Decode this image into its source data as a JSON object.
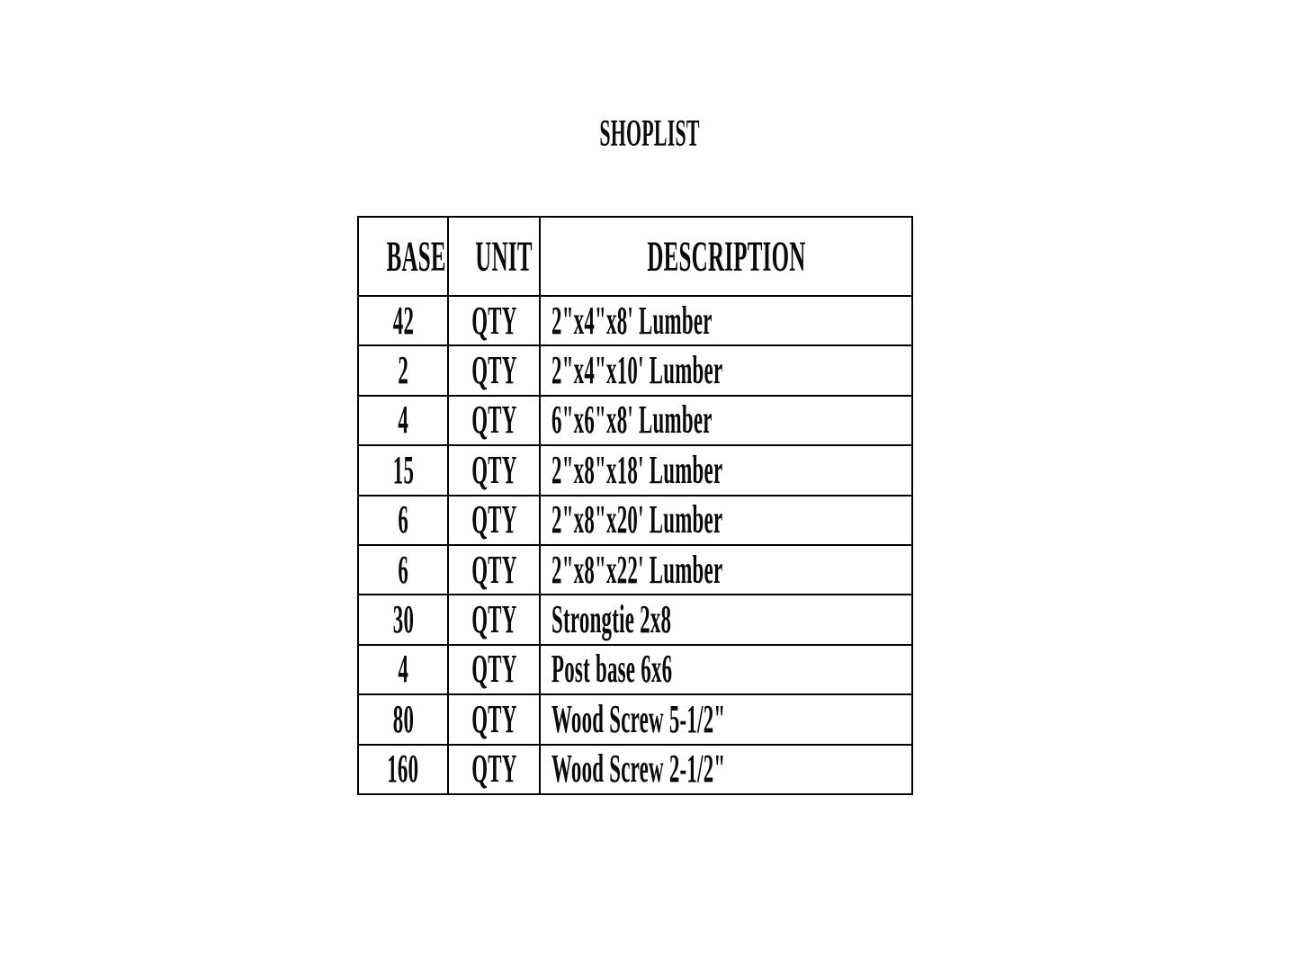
{
  "page": {
    "title": "SHOPLIST"
  },
  "table": {
    "headers": [
      "BASE",
      "UNIT",
      "DESCRIPTION"
    ],
    "rows": [
      [
        "42",
        "QTY",
        "2\"x4\"x8' Lumber"
      ],
      [
        "2",
        "QTY",
        "2\"x4\"x10' Lumber"
      ],
      [
        "4",
        "QTY",
        "6\"x6\"x8' Lumber"
      ],
      [
        "15",
        "QTY",
        "2\"x8\"x18' Lumber"
      ],
      [
        "6",
        "QTY",
        "2\"x8\"x20' Lumber"
      ],
      [
        "6",
        "QTY",
        "2\"x8\"x22' Lumber"
      ],
      [
        "30",
        "QTY",
        "Strongtie 2x8"
      ],
      [
        "4",
        "QTY",
        "Post base 6x6"
      ],
      [
        "80",
        "QTY",
        "Wood Screw 5-1/2\""
      ],
      [
        "160",
        "QTY",
        "Wood Screw 2-1/2\""
      ]
    ]
  },
  "colors": {
    "background": "#ffffff",
    "border": "#000000",
    "text": "#0a0a0a"
  }
}
